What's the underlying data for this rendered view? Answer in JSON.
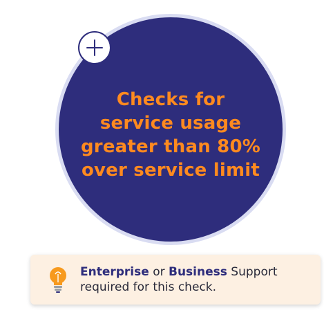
{
  "card": {
    "title_line1": "Checks for",
    "title_line2": "service usage",
    "title_line3": "greater than 80%",
    "title_line4": "over service limit",
    "expand_icon": "plus-icon"
  },
  "notice": {
    "icon": "lightbulb-icon",
    "tier1": "Enterprise",
    "connector": "or",
    "tier2": "Business",
    "suffix": "Support",
    "line2": "required for this check."
  },
  "colors": {
    "circle": "#2e2d7c",
    "ring": "#d9dcf2",
    "title_text": "#ff8a1f",
    "notice_bg": "#fdf0e2",
    "bulb": "#f79a1e"
  }
}
